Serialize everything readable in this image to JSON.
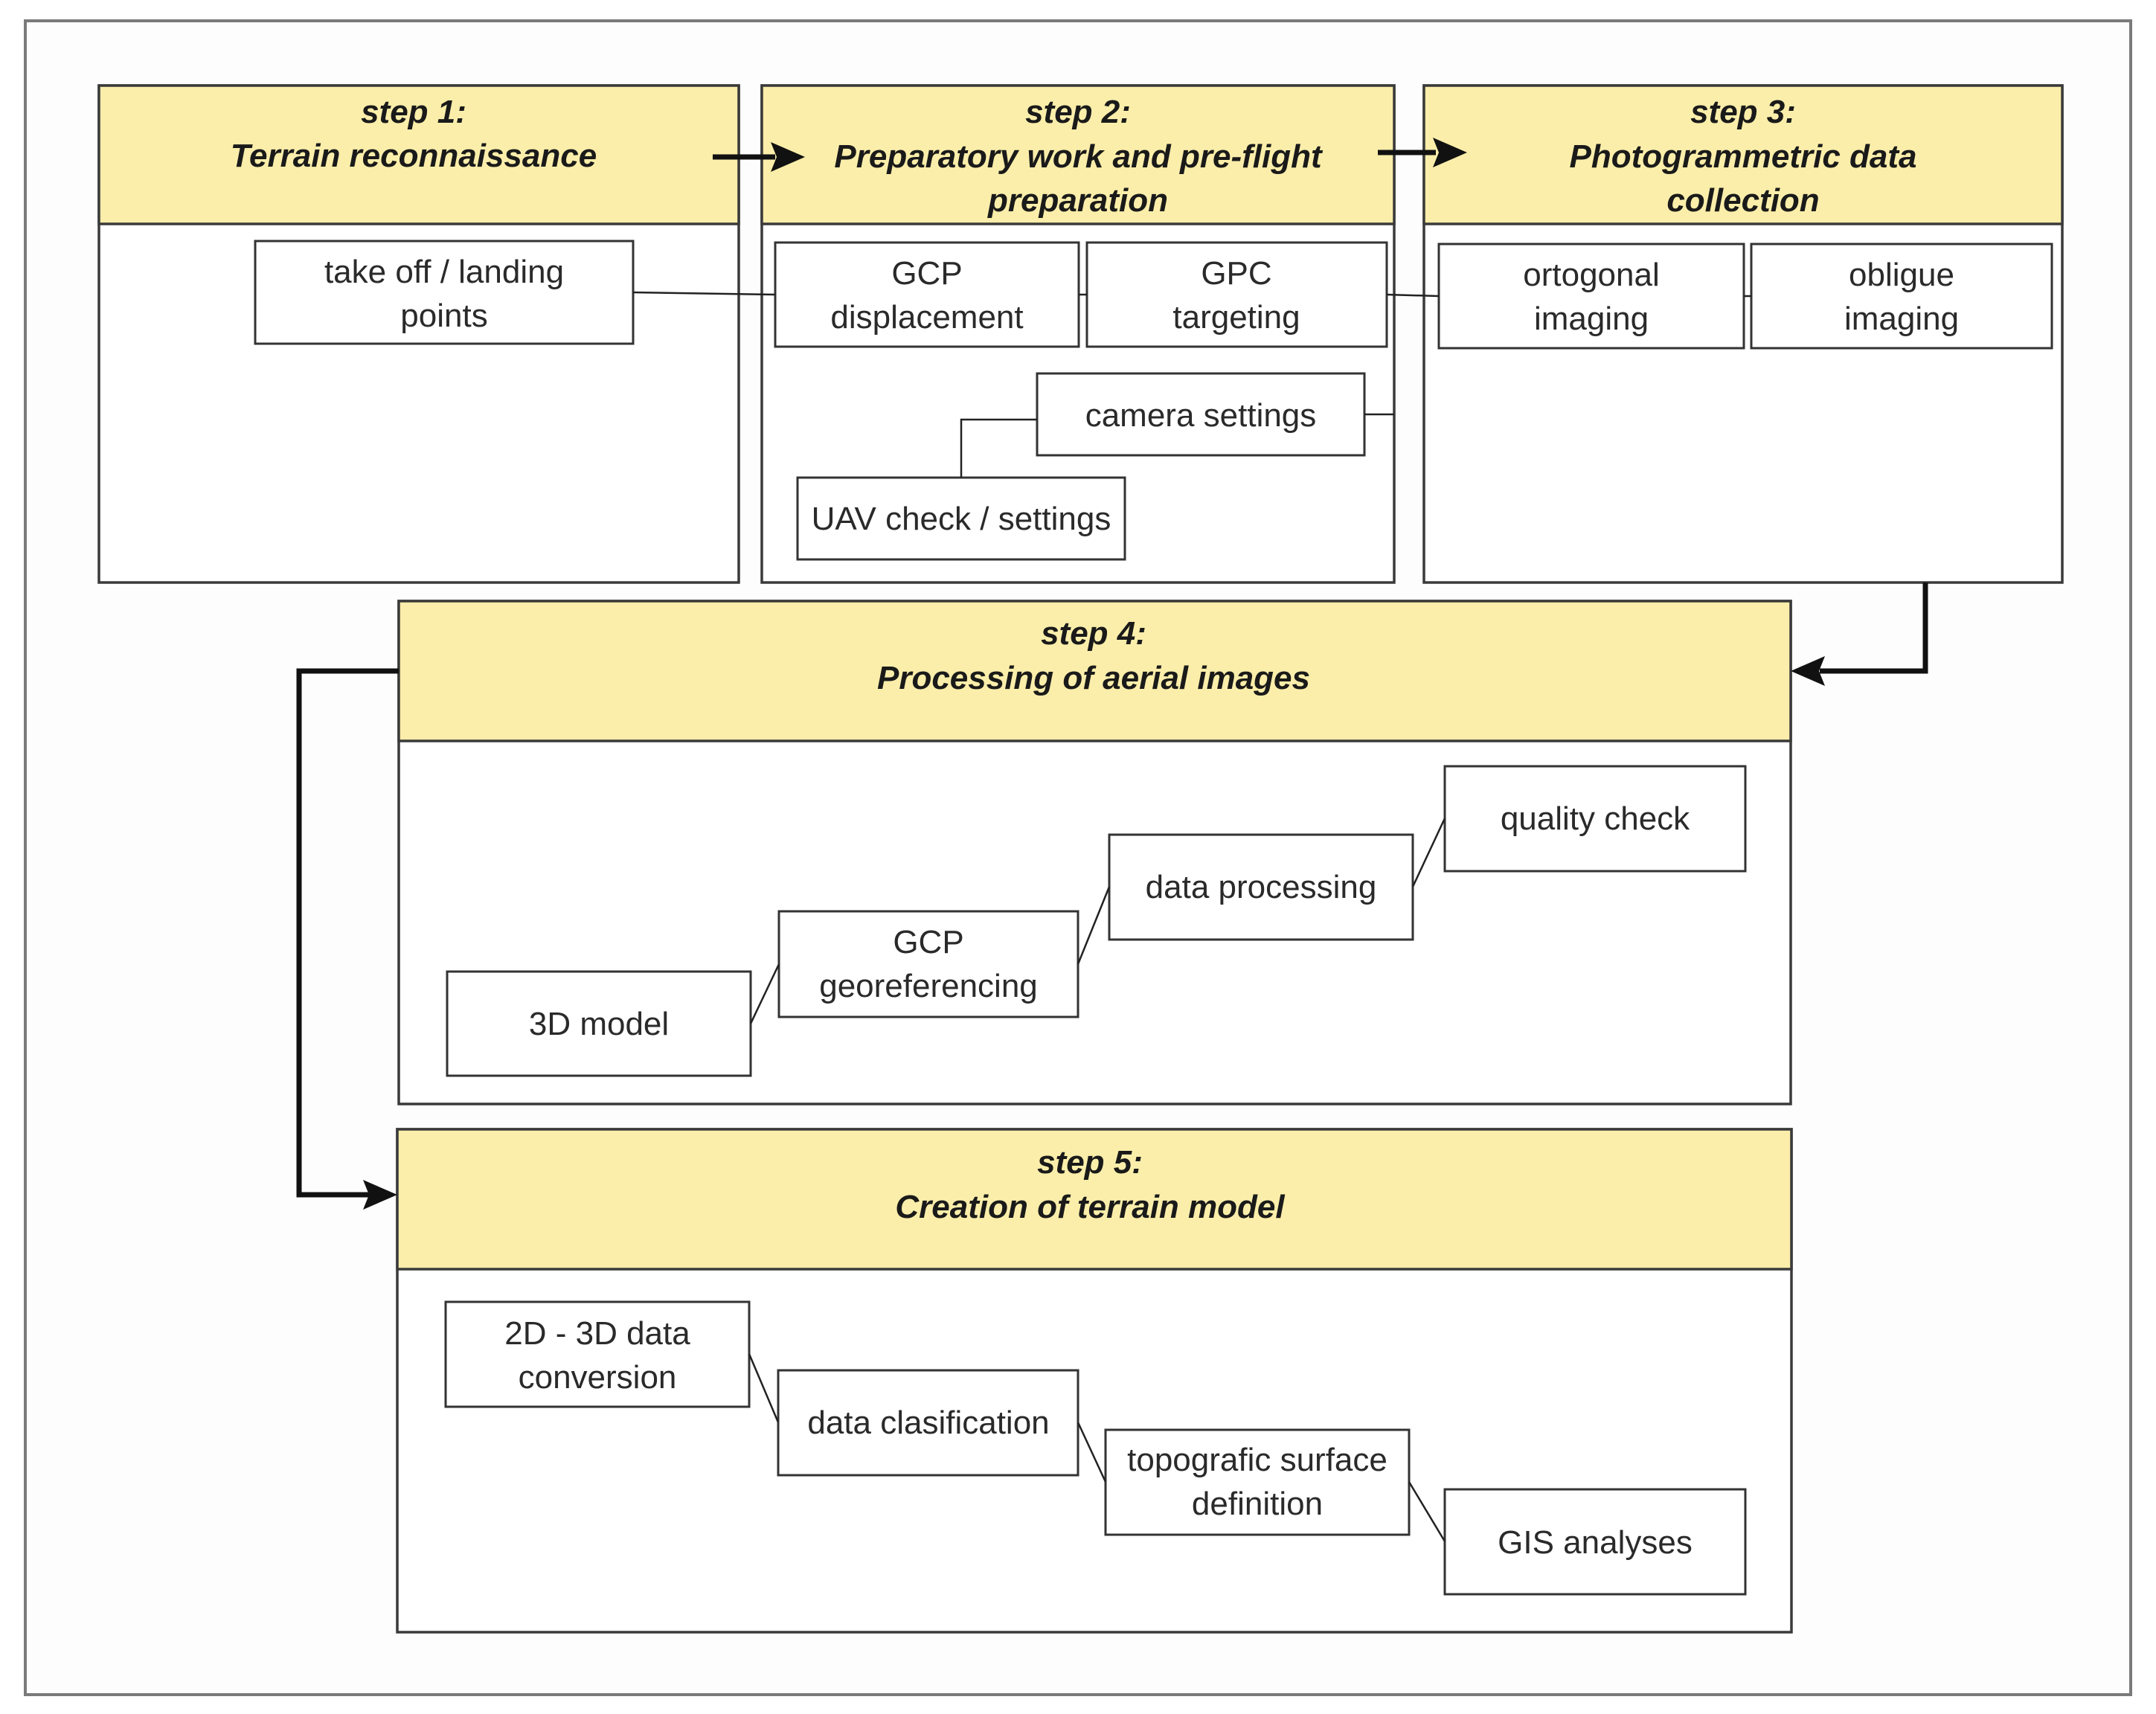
{
  "steps": [
    {
      "step_label": "step 1:",
      "title_lines": [
        "Terrain reconnaissance"
      ],
      "boxes": [
        {
          "lines": [
            "take off / landing",
            "points"
          ]
        }
      ]
    },
    {
      "step_label": "step 2:",
      "title_lines": [
        "Preparatory work and pre-flight",
        "preparation"
      ],
      "boxes": [
        {
          "lines": [
            "GCP",
            "displacement"
          ]
        },
        {
          "lines": [
            "GPC",
            "targeting"
          ]
        },
        {
          "lines": [
            "camera settings"
          ]
        },
        {
          "lines": [
            "UAV check / settings"
          ]
        }
      ]
    },
    {
      "step_label": "step 3:",
      "title_lines": [
        "Photogrammetric data",
        "collection"
      ],
      "boxes": [
        {
          "lines": [
            "ortogonal",
            "imaging"
          ]
        },
        {
          "lines": [
            "obligue",
            "imaging"
          ]
        }
      ]
    },
    {
      "step_label": "step 4:",
      "title_lines": [
        "Processing of aerial images"
      ],
      "boxes": [
        {
          "lines": [
            "3D model"
          ]
        },
        {
          "lines": [
            "GCP",
            "georeferencing"
          ]
        },
        {
          "lines": [
            "data processing"
          ]
        },
        {
          "lines": [
            "quality check"
          ]
        }
      ]
    },
    {
      "step_label": "step 5:",
      "title_lines": [
        "Creation of terrain model"
      ],
      "boxes": [
        {
          "lines": [
            "2D - 3D data",
            "conversion"
          ]
        },
        {
          "lines": [
            "data clasification"
          ]
        },
        {
          "lines": [
            "topografic surface",
            "definition"
          ]
        },
        {
          "lines": [
            "GIS analyses"
          ]
        }
      ]
    }
  ],
  "colors": {
    "header_fill": "#fbeeaa",
    "border": "#3a3a3a",
    "arrow": "#111111"
  }
}
